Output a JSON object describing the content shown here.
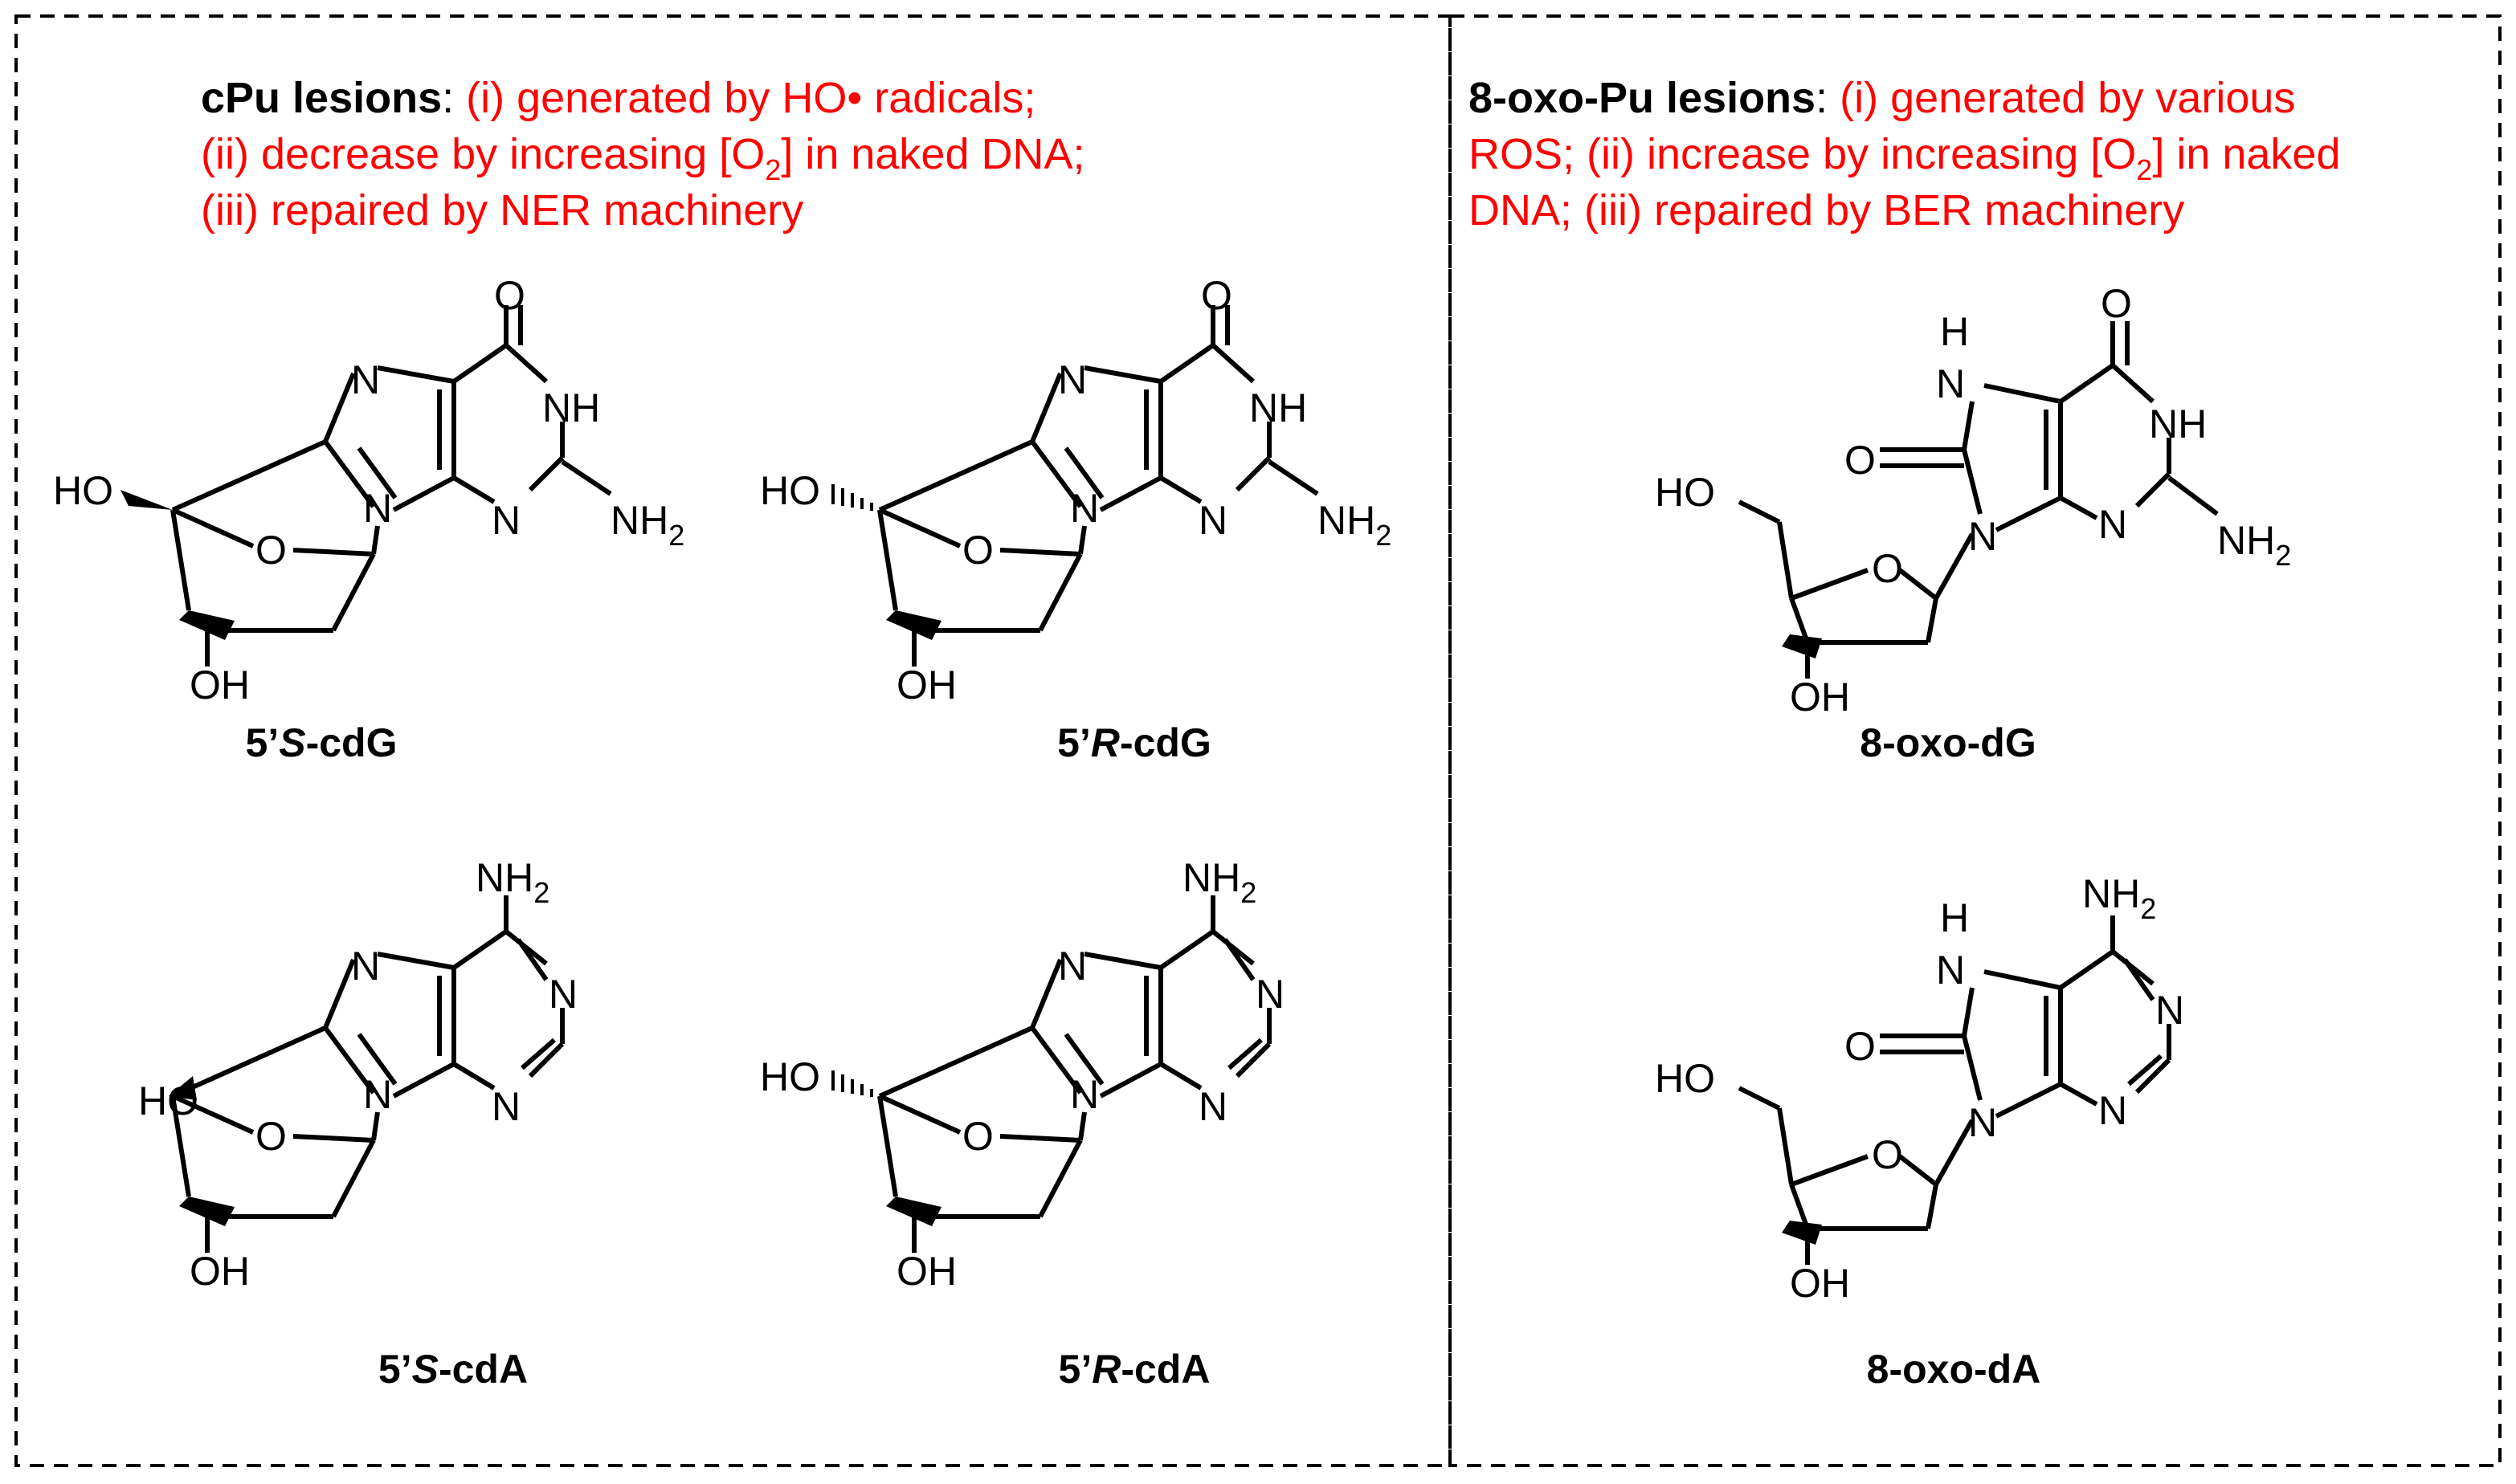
{
  "colors": {
    "text": "#000000",
    "highlight": "#ff0000",
    "background": "#ffffff",
    "border": "#000000"
  },
  "panels": {
    "cpu": {
      "title": "cPu lesions",
      "colon": ": ",
      "lines": [
        "(i) generated by HO• radicals;",
        "(ii) decrease by increasing [O",
        "2",
        "] in naked DNA;",
        "(iii) repaired by NER machinery"
      ]
    },
    "oxo": {
      "title": "8-oxo-Pu lesions",
      "colon": ": ",
      "lines": [
        "(i) generated by various",
        "ROS; (ii) increase by increasing [O",
        "2",
        "] in naked",
        "DNA; (iii) repaired by BER machinery"
      ]
    }
  },
  "compounds": [
    {
      "id": "s-cdg",
      "prefix": "5’",
      "stereo": "S",
      "suffix": "-cdG"
    },
    {
      "id": "r-cdg",
      "prefix": "5’",
      "stereo": "R",
      "suffix": "-cdG"
    },
    {
      "id": "oxo-dg",
      "label": "8-oxo-dG"
    },
    {
      "id": "s-cda",
      "prefix": "5’",
      "stereo": "S",
      "suffix": "-cdA"
    },
    {
      "id": "r-cda",
      "prefix": "5’",
      "stereo": "R",
      "suffix": "-cdA"
    },
    {
      "id": "oxo-da",
      "label": "8-oxo-dA"
    }
  ],
  "atoms": {
    "O": "O",
    "N": "N",
    "H": "H",
    "NH": "NH",
    "NH2": "NH",
    "NH2_sub": "2",
    "HO": "HO",
    "OH": "OH"
  }
}
